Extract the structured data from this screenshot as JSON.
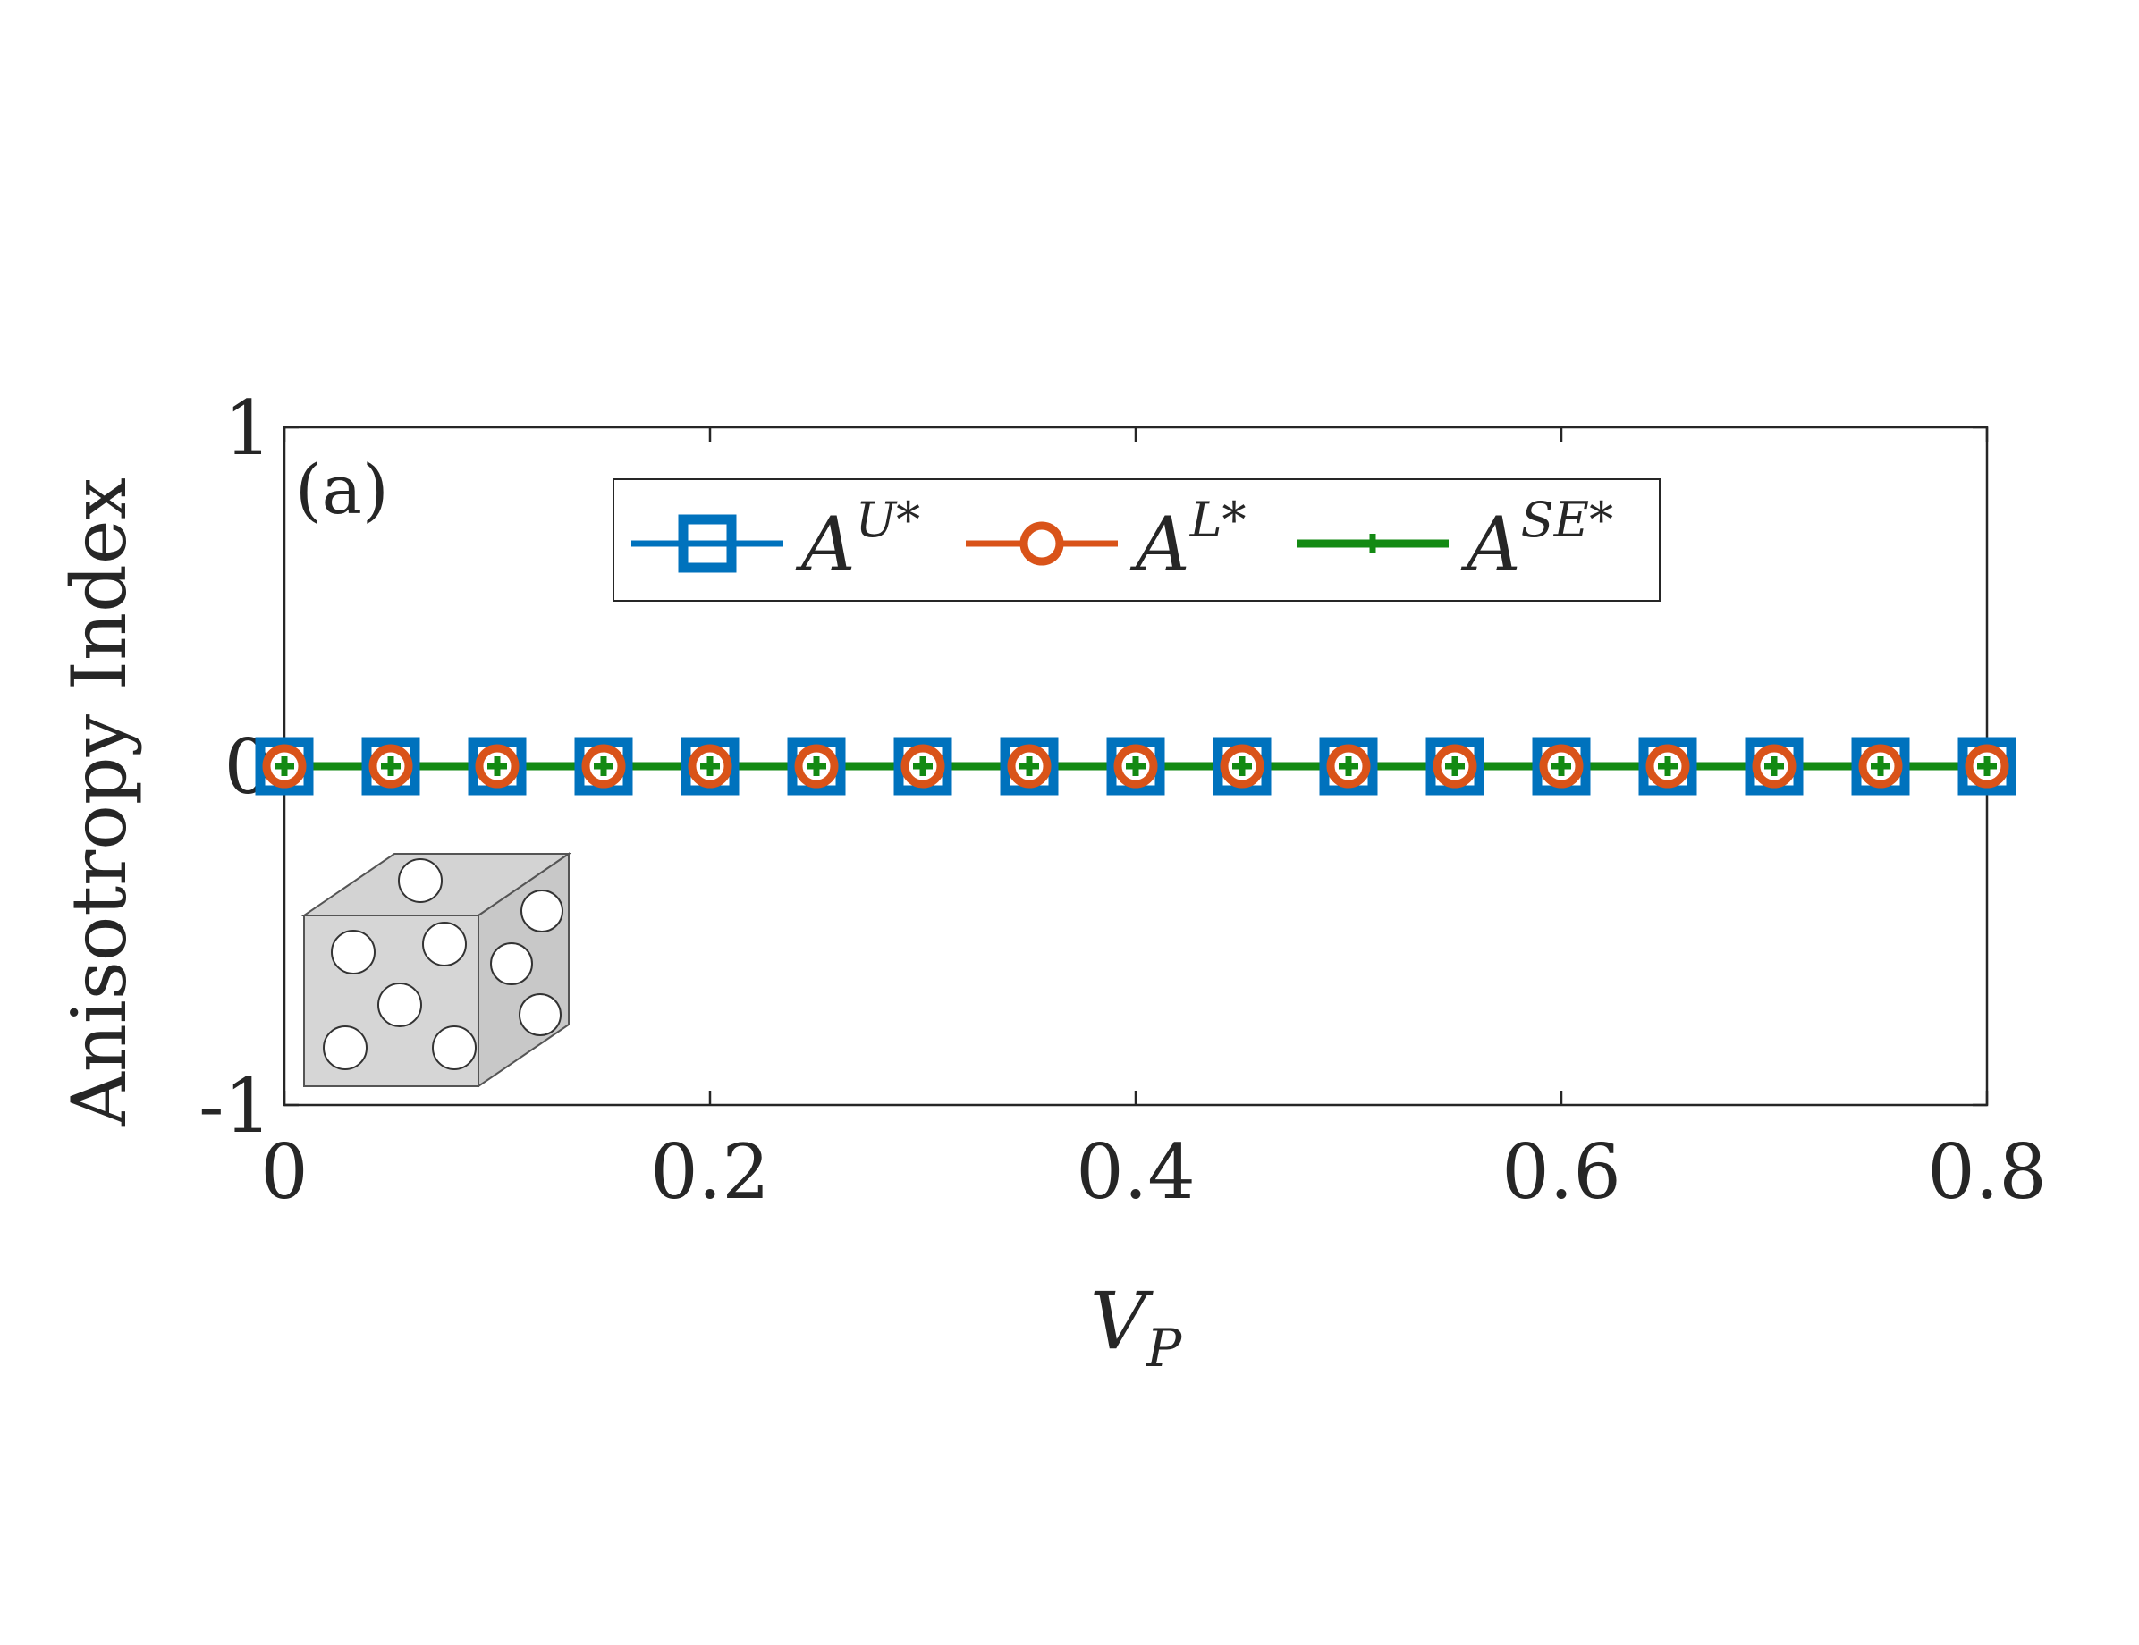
{
  "chart_data": {
    "type": "line",
    "panel_label": "(a)",
    "ylabel": "Anisotropy Index",
    "xlabel": {
      "base": "V",
      "sub": "P"
    },
    "xlim": [
      0,
      0.8
    ],
    "ylim": [
      -1,
      1
    ],
    "xticks": [
      0,
      0.2,
      0.4,
      0.6,
      0.8
    ],
    "xtick_labels": [
      "0",
      "0.2",
      "0.4",
      "0.6",
      "0.8"
    ],
    "yticks": [
      -1,
      0,
      1
    ],
    "ytick_labels": [
      "-1",
      "0",
      "1"
    ],
    "grid": false,
    "legend_placement": "top-center",
    "x": [
      0,
      0.05,
      0.1,
      0.15,
      0.2,
      0.25,
      0.3,
      0.35,
      0.4,
      0.45,
      0.5,
      0.55,
      0.6,
      0.65,
      0.7,
      0.75,
      0.8
    ],
    "series": [
      {
        "name_base": "A",
        "name_sup": "U*",
        "marker": "square",
        "color": "#0072BD",
        "values": [
          0,
          0,
          0,
          0,
          0,
          0,
          0,
          0,
          0,
          0,
          0,
          0,
          0,
          0,
          0,
          0,
          0
        ]
      },
      {
        "name_base": "A",
        "name_sup": "L*",
        "marker": "circle",
        "color": "#D95319",
        "values": [
          0,
          0,
          0,
          0,
          0,
          0,
          0,
          0,
          0,
          0,
          0,
          0,
          0,
          0,
          0,
          0,
          0
        ]
      },
      {
        "name_base": "A",
        "name_sup": "SE*",
        "marker": "plus",
        "color": "#138A13",
        "values": [
          0,
          0,
          0,
          0,
          0,
          0,
          0,
          0,
          0,
          0,
          0,
          0,
          0,
          0,
          0,
          0,
          0
        ]
      }
    ],
    "inset_icon": "porous-cube-icon"
  }
}
